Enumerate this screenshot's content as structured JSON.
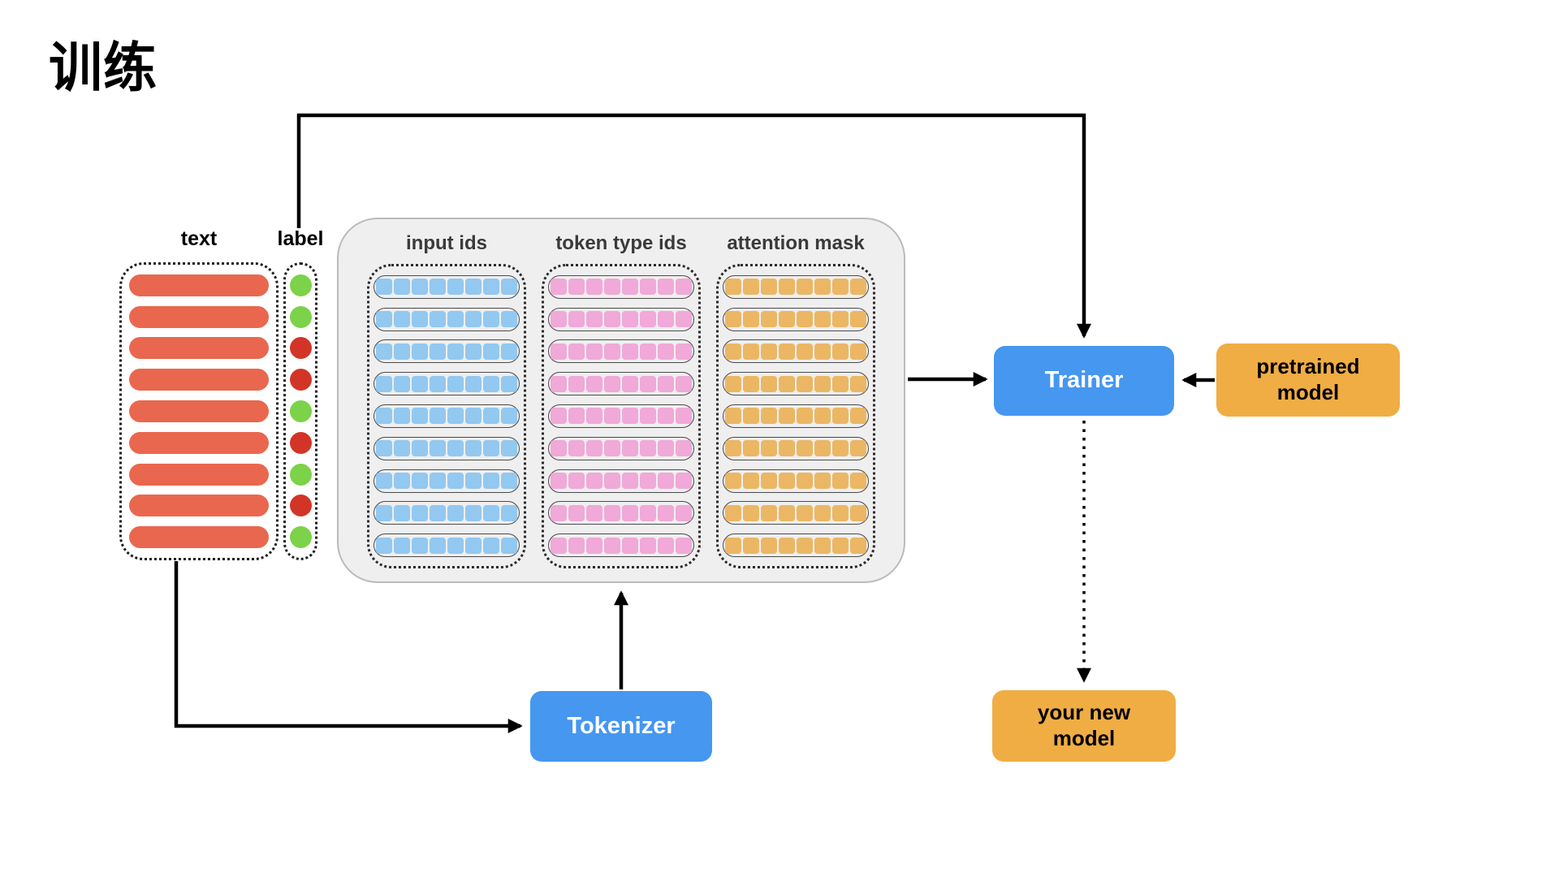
{
  "title": "训练",
  "dataset": {
    "text_header": "text",
    "label_header": "label",
    "row_count": 9,
    "bar_color": "#E9674E",
    "label_colors": {
      "green": "#7CD249",
      "red": "#D23527"
    },
    "labels": [
      "green",
      "green",
      "red",
      "red",
      "green",
      "red",
      "green",
      "red",
      "green"
    ]
  },
  "tokenizer_output": {
    "row_count": 9,
    "cells_per_row": 8,
    "columns": [
      {
        "id": "input-ids",
        "label": "input ids",
        "cell_color": "#93C8F0"
      },
      {
        "id": "token-type-ids",
        "label": "token type ids",
        "cell_color": "#F0A9D8"
      },
      {
        "id": "attention-mask",
        "label": "attention mask",
        "cell_color": "#EBB765"
      }
    ]
  },
  "nodes": {
    "trainer": {
      "label": "Trainer",
      "bg": "#4597F0",
      "fg": "#FFFFFF"
    },
    "tokenizer": {
      "label": "Tokenizer",
      "bg": "#4597F0",
      "fg": "#FFFFFF"
    },
    "pretrained_model": {
      "label": "pretrained model",
      "bg": "#F0AD43",
      "fg": "#000000"
    },
    "your_new_model": {
      "label": "your new model",
      "bg": "#F0AD43",
      "fg": "#000000"
    }
  }
}
